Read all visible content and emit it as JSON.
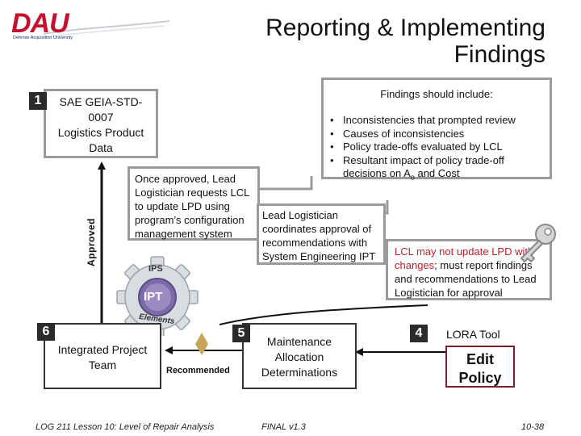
{
  "logo": {
    "text": "DAU",
    "tagline": "Defense Acquisition University"
  },
  "title": {
    "line1": "Reporting & Implementing",
    "line2": "Findings"
  },
  "steps": [
    "1",
    "6",
    "5",
    "4"
  ],
  "sae_box": {
    "line1": "SAE GEIA-STD-",
    "line2": "0007",
    "line3": "Logistics Product",
    "line4": "Data"
  },
  "approved_label": "Approved",
  "findings": {
    "heading": "Findings should include:",
    "items": [
      "Inconsistencies that prompted review",
      "Causes of inconsistencies",
      "Policy trade-offs evaluated by LCL",
      "Resultant impact of policy trade-off"
    ],
    "last_line_pre": "decisions on A",
    "last_line_sub": "o",
    "last_line_post": " and Cost"
  },
  "once_approved": [
    "Once approved, Lead",
    "Logistician requests LCL",
    "to update LPD using",
    "program’s configuration",
    "management system"
  ],
  "lead_box": [
    "Lead Logistician",
    "coordinates approval of",
    "recommendations with",
    "System Engineering IPT"
  ],
  "lcl_box": {
    "red_part": "LCL may not update LPD with changes",
    "rest_line1": "; must report findings",
    "line2": "and recommendations to Lead",
    "line3": "Logistician for approval"
  },
  "ipt_emblem": {
    "top": "IPS",
    "center": "IPT",
    "bottom": "Elements"
  },
  "ipt_box": {
    "line1": "Integrated Project",
    "line2": "Team"
  },
  "recommended_label": "Recommended",
  "maintenance_box": {
    "line1": "Maintenance",
    "line2": "Allocation",
    "line3": "Determinations"
  },
  "lora_label": "LORA Tool",
  "edit_policy": {
    "line1": "Edit",
    "line2": "Policy"
  },
  "footer": {
    "lesson": "LOG 211 Lesson 10: Level of Repair Analysis",
    "version": "FINAL v1.3",
    "page": "10-38"
  },
  "colors": {
    "logo_red": "#c8102e",
    "logo_blue": "#1a2f6b",
    "box_gray": "#9a9a9a",
    "dark_red": "#7a1f2b",
    "link_red": "#c0202a",
    "gold": "#c9a55a"
  }
}
